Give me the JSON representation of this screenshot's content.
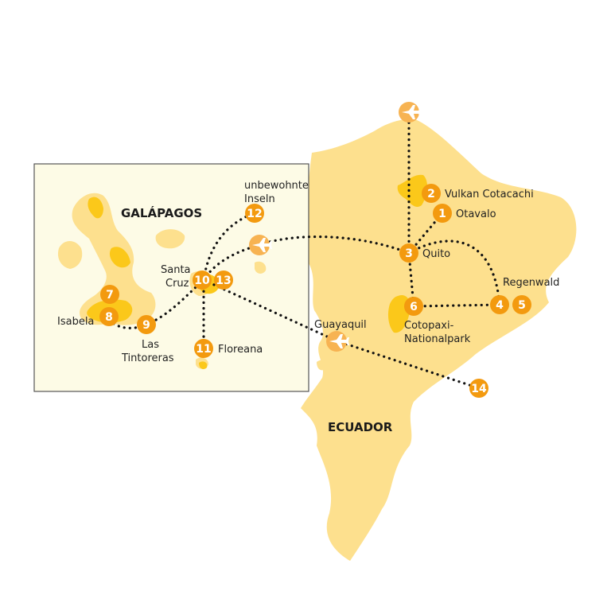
{
  "map": {
    "regions": {
      "galapagos": "GALÁPAGOS",
      "ecuador": "ECUADOR"
    },
    "stops": [
      {
        "n": "1",
        "label": "Otavalo"
      },
      {
        "n": "2",
        "label": "Vulkan Cotacachi"
      },
      {
        "n": "3",
        "label": "Quito"
      },
      {
        "n": "4",
        "label": "Regenwald"
      },
      {
        "n": "5",
        "label": ""
      },
      {
        "n": "6",
        "label_lines": [
          "Cotopaxi-",
          "Nationalpark"
        ]
      },
      {
        "n": "7",
        "label": ""
      },
      {
        "n": "8",
        "label": "Isabela"
      },
      {
        "n": "9",
        "label_lines": [
          "Las",
          "Tintoreras"
        ]
      },
      {
        "n": "10",
        "label_lines": [
          "Santa",
          "Cruz"
        ]
      },
      {
        "n": "11",
        "label": "Floreana"
      },
      {
        "n": "12",
        "label_lines": [
          "unbewohnte",
          "Inseln"
        ]
      },
      {
        "n": "13",
        "label": ""
      },
      {
        "n": "14",
        "label": ""
      }
    ],
    "airports": [
      {
        "name": "airport-north",
        "label": ""
      },
      {
        "name": "airport-galapagos",
        "label": ""
      },
      {
        "name": "airport-guayaquil",
        "label": "Guayaquil"
      }
    ],
    "colors": {
      "land": "#fde08e",
      "highlight": "#fbc81a",
      "marker": "#f39a0f",
      "airport": "#f7b352",
      "inset_bg": "#fdfbe6",
      "route": "#111111"
    }
  }
}
